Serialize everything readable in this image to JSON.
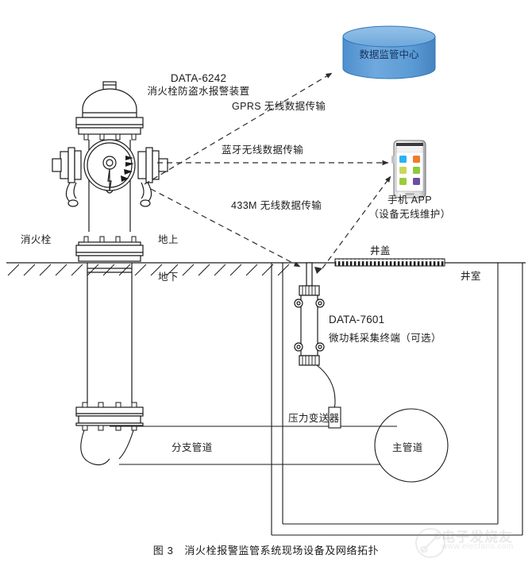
{
  "figure": {
    "caption_number": "图 3",
    "caption_title": "消火栓报警监管系统现场设备及网络拓扑"
  },
  "nodes": {
    "data_center": {
      "label": "数据监管中心",
      "shape": "cylinder",
      "fill_color": "#5b9bd5",
      "top_color": "#7fb4e0",
      "stroke_color": "#2e75b6"
    },
    "hydrant_device": {
      "model": "DATA-6242",
      "name": "消火栓防盗水报警装置"
    },
    "collector": {
      "model": "DATA-7601",
      "name": "微功耗采集终端（可选）"
    },
    "phone": {
      "label": "手机 APP",
      "sub_label": "（设备无线维护）",
      "app_icon_colors": [
        "#2bb3f0",
        "#f07c28",
        "#9ccb3b",
        "#2bb3f0",
        "#9ccb3b",
        "#6b4fa0"
      ]
    },
    "pressure_transmitter": {
      "label": "压力变送器"
    }
  },
  "links": [
    {
      "id": "gprs",
      "label": "GPRS 无线数据传输",
      "style": "dashed-arrow"
    },
    {
      "id": "bluetooth",
      "label": "蓝牙无线数据传输",
      "style": "dashed-arrow"
    },
    {
      "id": "rf433",
      "label": "433M 无线数据传输",
      "style": "dashed-arrow"
    }
  ],
  "annotations": {
    "hydrant": "消火栓",
    "above_ground": "地上",
    "below_ground": "地下",
    "manhole_cover": "井盖",
    "well_chamber": "井室",
    "branch_pipe": "分支管道",
    "main_pipe": "主管道"
  },
  "watermark": {
    "brand": "电子发烧友",
    "url": "www.elecfans.com"
  }
}
